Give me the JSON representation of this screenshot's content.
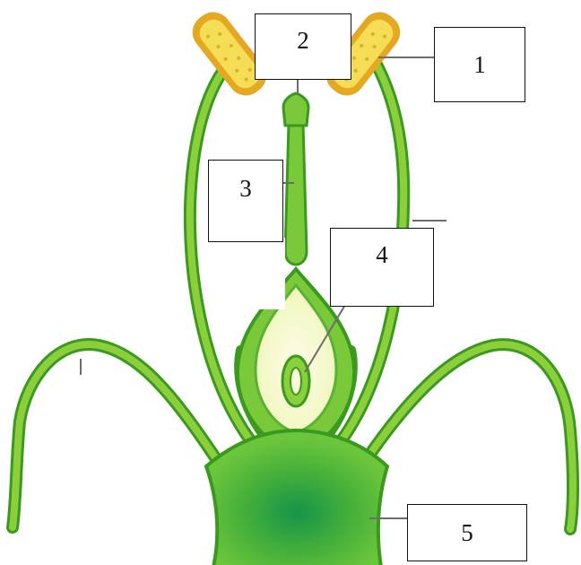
{
  "diagram": {
    "labels": [
      "1",
      "2",
      "3",
      "4",
      "5"
    ]
  },
  "colors": {
    "green_outline": "#3a9a1e",
    "green_fill": "#8ccf3c",
    "receptacle_dark": "#1f9a2a",
    "ovary_cream": "#fbfbd8",
    "anther_gold": "#e5a822",
    "anther_yellow": "#f5dd55",
    "leader_line": "#6d6d6d"
  }
}
